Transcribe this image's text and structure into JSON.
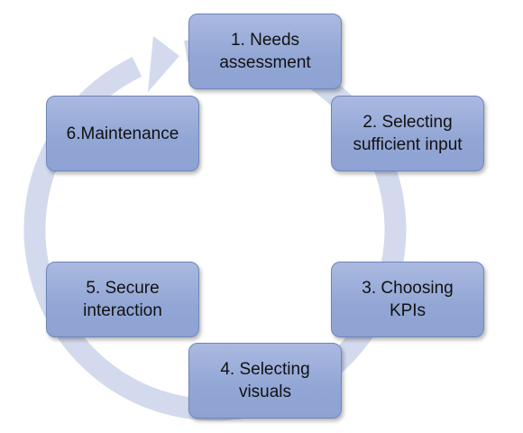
{
  "diagram": {
    "type": "cycle",
    "ring_color": "#d3daee",
    "box_fill": "#93a7d6",
    "box_border": "#6f86b8",
    "steps": [
      {
        "label": "1. Needs\nassessment"
      },
      {
        "label": "2. Selecting\nsufficient input"
      },
      {
        "label": "3. Choosing\nKPIs"
      },
      {
        "label": "4. Selecting\nvisuals"
      },
      {
        "label": "5. Secure\ninteraction"
      },
      {
        "label": "6.Maintenance"
      }
    ]
  }
}
